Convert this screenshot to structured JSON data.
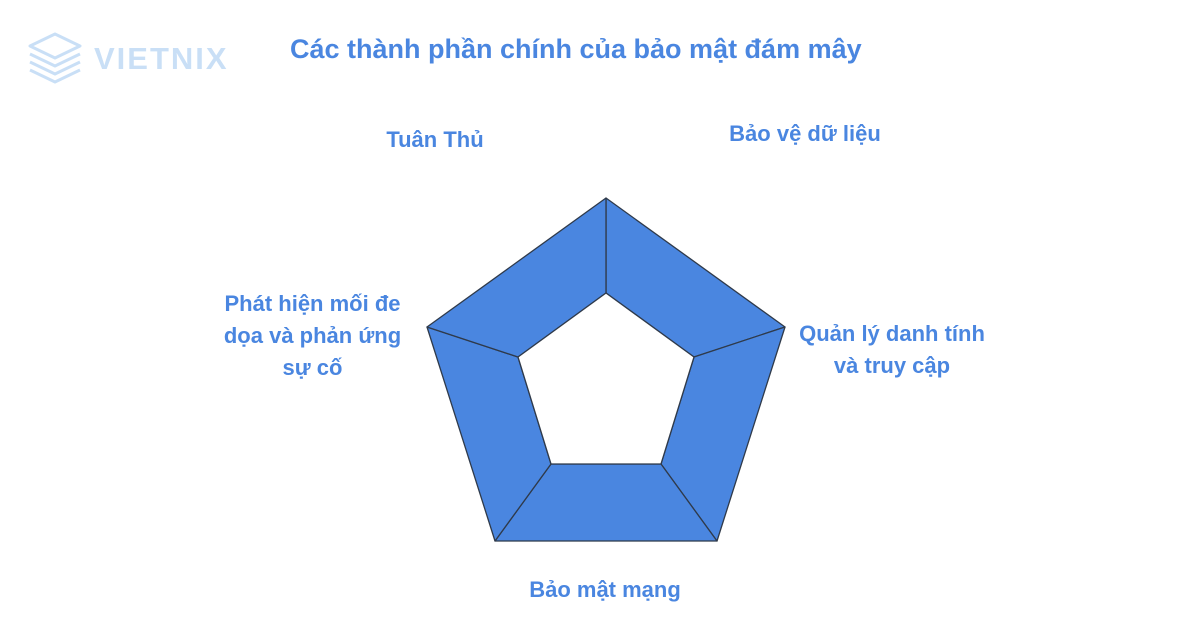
{
  "brand": {
    "logo_text": "VIETNIX",
    "logo_icon": "stacked-layers-icon",
    "color": "#3f8fe0"
  },
  "title": "Các thành phần chính của bảo mật đám mây",
  "components": [
    {
      "id": "tuan-thu",
      "label": "Tuân Thủ"
    },
    {
      "id": "bao-ve-du-lieu",
      "label": "Bảo vệ dữ liệu"
    },
    {
      "id": "quan-ly-danh-tinh",
      "label": "Quản lý danh tính và truy cập"
    },
    {
      "id": "bao-mat-mang",
      "label": "Bảo mật mạng"
    },
    {
      "id": "phat-hien-moi-de-doa",
      "label": "Phát hiện mối đe dọa và phản ứng sự cố"
    }
  ],
  "colors": {
    "segment_fill": "#4a86e0",
    "segment_stroke": "#2f3a4a",
    "text": "#4a86e0",
    "background": "#ffffff"
  }
}
